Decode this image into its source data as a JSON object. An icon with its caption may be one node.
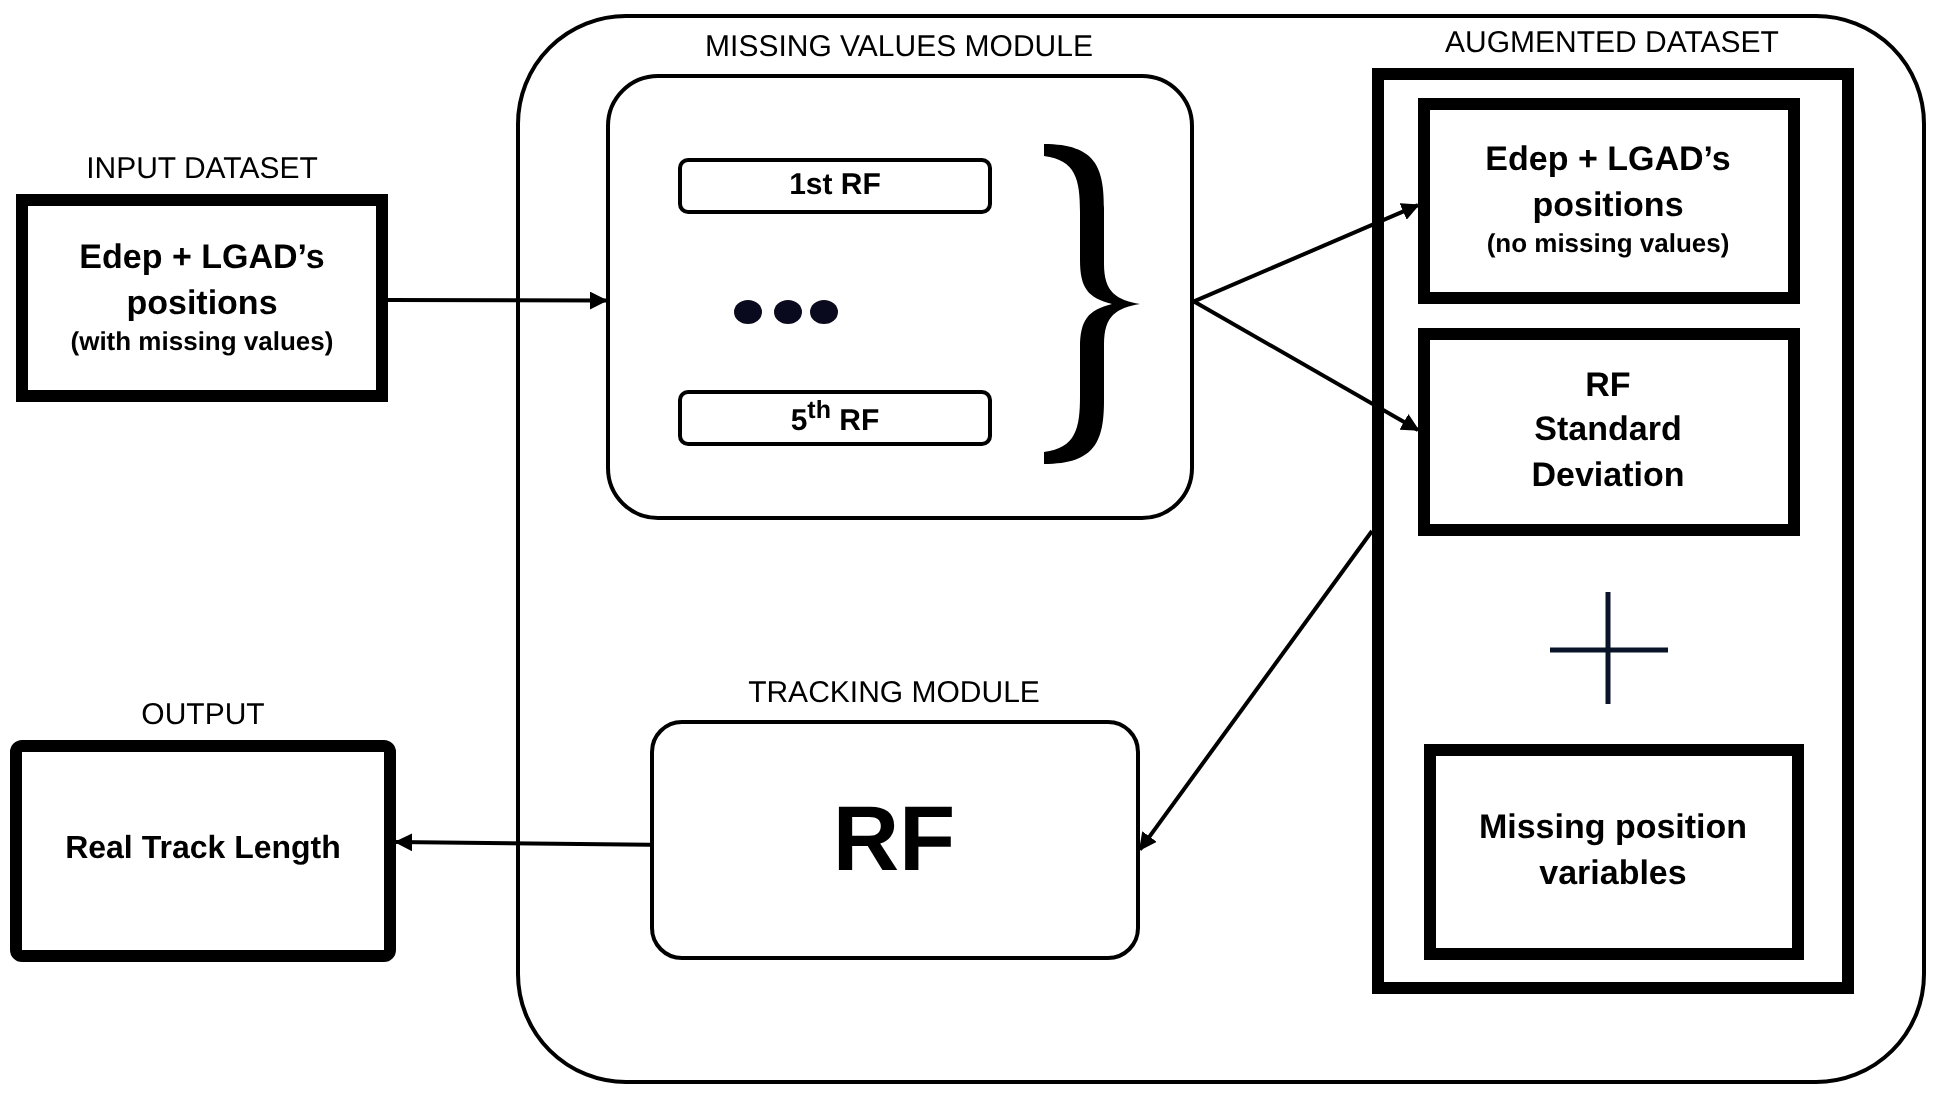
{
  "diagram": {
    "nodes": [
      {
        "text": [
          "INPUT DATASET",
          "Edep + LGAD’s positions",
          "(with missing values)"
        ]
      },
      {
        "text": [],
        "shape": "box"
      },
      {
        "text": [
          "MISSING VALUES MODULE"
        ],
        "in": 1
      },
      {
        "text": [
          "1st RF"
        ],
        "in": 2
      },
      {
        "text": [
          "5$^{th}$ RF"
        ],
        "in": 2
      },
      {
        "text": [
          "AUGMENTED DATASET"
        ],
        "in": 1
      },
      {
        "text": [
          "Edep + LGAD’s positions",
          "(no missing values)"
        ],
        "in": 5
      },
      {
        "text": [
          "RF Standard Deviation"
        ],
        "in": 5
      },
      {
        "text": [
          "Missing position variables"
        ],
        "in": 5
      },
      {
        "text": [
          "TRACKING MODULE",
          "RF"
        ],
        "in": 1
      },
      {
        "text": [
          "OUTPUT",
          "Real Track Length"
        ]
      }
    ],
    "edges": [
      {
        "from": 0,
        "to": 2,
        "arrow": "to"
      },
      {
        "from": 2,
        "to": 6,
        "arrow": "to"
      },
      {
        "from": 2,
        "to": 7,
        "arrow": "to"
      },
      {
        "from": 5,
        "to": 9,
        "arrow": "to"
      },
      {
        "from": 9,
        "to": 10,
        "arrow": "to"
      }
    ]
  }
}
